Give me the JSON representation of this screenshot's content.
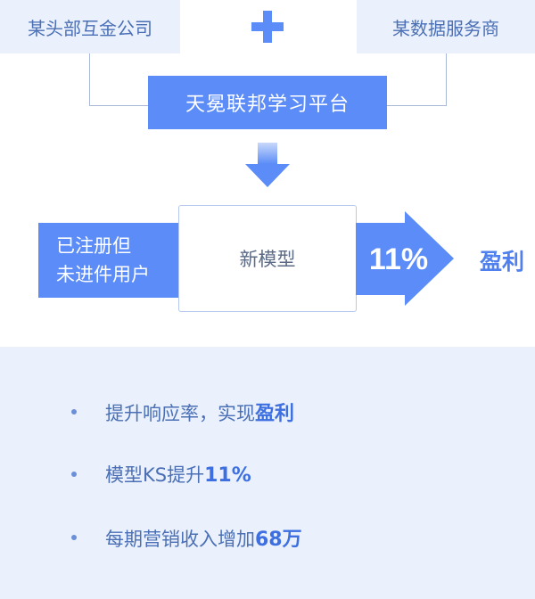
{
  "parties": {
    "left": "某头部互金公司",
    "right": "某数据服务商"
  },
  "platform": "天冕联邦学习平台",
  "flow": {
    "user_line1": "已注册但",
    "user_line2": "未进件用户",
    "model": "新模型",
    "percent": "11%",
    "outcome": "盈利"
  },
  "benefits": [
    {
      "text": "提升响应率，实现",
      "highlight": "盈利"
    },
    {
      "text": "模型KS提升",
      "highlight": "11%"
    },
    {
      "text": "每期营销收入增加",
      "highlight": "68万"
    }
  ],
  "colors": {
    "primary": "#5b8cf7",
    "light_bg": "#eaf1fd",
    "text_blue": "#4a6fb5"
  }
}
